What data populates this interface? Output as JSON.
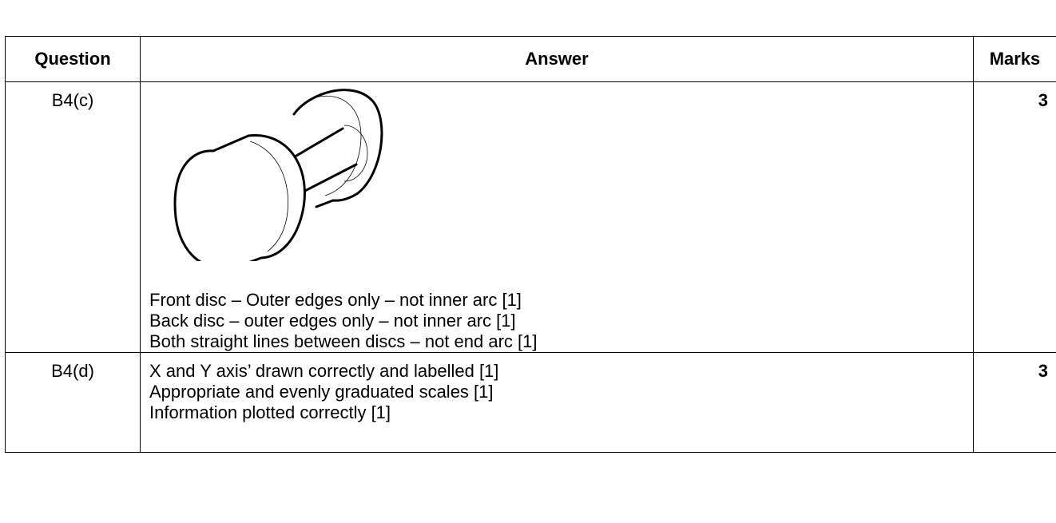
{
  "table": {
    "headers": {
      "question": "Question",
      "answer": "Answer",
      "marks": "Marks"
    },
    "rows": [
      {
        "question": "B4(c)",
        "marks": "3",
        "figure_icon": "dumbbell-isometric-drawing",
        "criteria": [
          "Front disc – Outer edges only – not inner arc [1]",
          "Back disc – outer edges only – not inner arc [1]",
          "Both straight lines between discs – not end arc [1]"
        ]
      },
      {
        "question": "B4(d)",
        "marks": "3",
        "criteria": [
          "X and Y axis’ drawn correctly and labelled [1]",
          "Appropriate and evenly graduated scales [1]",
          "Information plotted correctly [1]"
        ]
      }
    ]
  }
}
